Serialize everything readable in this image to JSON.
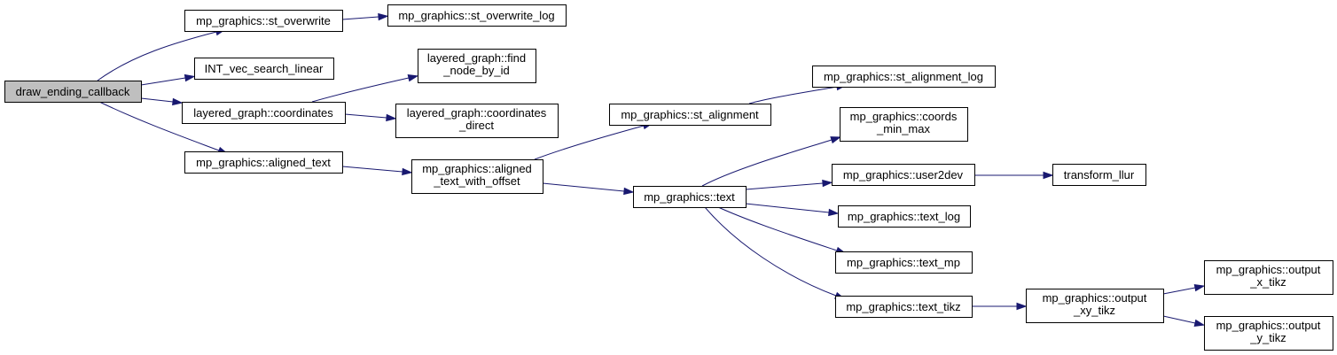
{
  "diagram": {
    "type": "call-graph",
    "root": "draw_ending_callback",
    "colors": {
      "edge": "#191970",
      "root_fill": "#bfbfbf",
      "node_fill": "#ffffff",
      "node_border": "#000000"
    },
    "nodes": [
      {
        "id": "draw_ending_callback",
        "lines": [
          "draw_ending_callback"
        ],
        "root": true
      },
      {
        "id": "st_overwrite",
        "lines": [
          "mp_graphics::st_overwrite"
        ]
      },
      {
        "id": "st_overwrite_log",
        "lines": [
          "mp_graphics::st_overwrite_log"
        ]
      },
      {
        "id": "int_vec_search_linear",
        "lines": [
          "INT_vec_search_linear"
        ]
      },
      {
        "id": "find_node_by_id",
        "lines": [
          "layered_graph::find",
          "_node_by_id"
        ]
      },
      {
        "id": "coordinates",
        "lines": [
          "layered_graph::coordinates"
        ]
      },
      {
        "id": "coordinates_direct",
        "lines": [
          "layered_graph::coordinates",
          "_direct"
        ]
      },
      {
        "id": "aligned_text",
        "lines": [
          "mp_graphics::aligned_text"
        ]
      },
      {
        "id": "aligned_text_with_offset",
        "lines": [
          "mp_graphics::aligned",
          "_text_with_offset"
        ]
      },
      {
        "id": "st_alignment",
        "lines": [
          "mp_graphics::st_alignment"
        ]
      },
      {
        "id": "st_alignment_log",
        "lines": [
          "mp_graphics::st_alignment_log"
        ]
      },
      {
        "id": "text",
        "lines": [
          "mp_graphics::text"
        ]
      },
      {
        "id": "coords_min_max",
        "lines": [
          "mp_graphics::coords",
          "_min_max"
        ]
      },
      {
        "id": "user2dev",
        "lines": [
          "mp_graphics::user2dev"
        ]
      },
      {
        "id": "transform_llur",
        "lines": [
          "transform_llur"
        ]
      },
      {
        "id": "text_log",
        "lines": [
          "mp_graphics::text_log"
        ]
      },
      {
        "id": "text_mp",
        "lines": [
          "mp_graphics::text_mp"
        ]
      },
      {
        "id": "text_tikz",
        "lines": [
          "mp_graphics::text_tikz"
        ]
      },
      {
        "id": "output_xy_tikz",
        "lines": [
          "mp_graphics::output",
          "_xy_tikz"
        ]
      },
      {
        "id": "output_x_tikz",
        "lines": [
          "mp_graphics::output",
          "_x_tikz"
        ]
      },
      {
        "id": "output_y_tikz",
        "lines": [
          "mp_graphics::output",
          "_y_tikz"
        ]
      }
    ],
    "edges": [
      {
        "from": "draw_ending_callback",
        "to": "st_overwrite"
      },
      {
        "from": "draw_ending_callback",
        "to": "int_vec_search_linear"
      },
      {
        "from": "draw_ending_callback",
        "to": "coordinates"
      },
      {
        "from": "draw_ending_callback",
        "to": "aligned_text"
      },
      {
        "from": "st_overwrite",
        "to": "st_overwrite_log"
      },
      {
        "from": "coordinates",
        "to": "find_node_by_id"
      },
      {
        "from": "coordinates",
        "to": "coordinates_direct"
      },
      {
        "from": "aligned_text",
        "to": "aligned_text_with_offset"
      },
      {
        "from": "aligned_text_with_offset",
        "to": "st_alignment"
      },
      {
        "from": "aligned_text_with_offset",
        "to": "text"
      },
      {
        "from": "st_alignment",
        "to": "st_alignment_log"
      },
      {
        "from": "text",
        "to": "coords_min_max"
      },
      {
        "from": "text",
        "to": "user2dev"
      },
      {
        "from": "text",
        "to": "text_log"
      },
      {
        "from": "text",
        "to": "text_mp"
      },
      {
        "from": "text",
        "to": "text_tikz"
      },
      {
        "from": "user2dev",
        "to": "transform_llur"
      },
      {
        "from": "text_tikz",
        "to": "output_xy_tikz"
      },
      {
        "from": "output_xy_tikz",
        "to": "output_x_tikz"
      },
      {
        "from": "output_xy_tikz",
        "to": "output_y_tikz"
      }
    ]
  }
}
